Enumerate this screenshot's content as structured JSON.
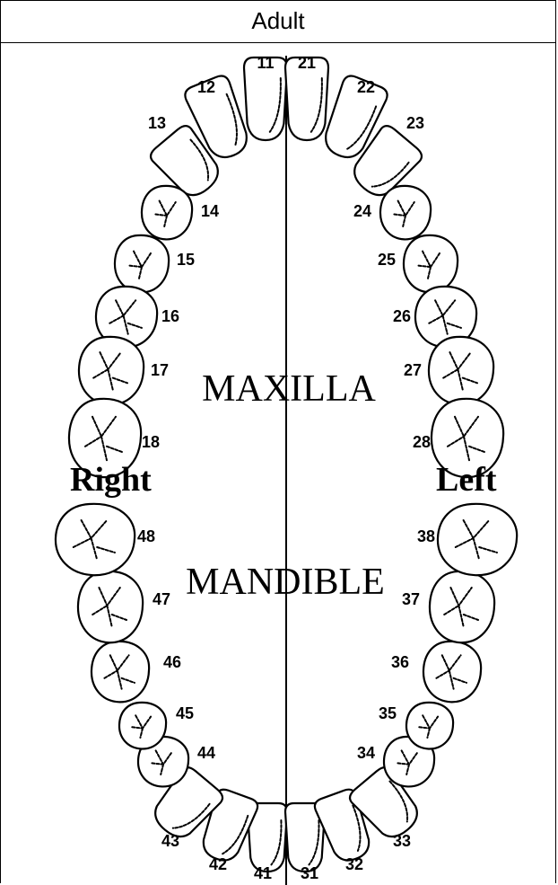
{
  "header": {
    "title": "Adult"
  },
  "labels": {
    "maxilla": "MAXILLA",
    "mandible": "MANDIBLE",
    "right": "Right",
    "left": "Left"
  },
  "teeth": {
    "upper_right": [
      "11",
      "12",
      "13",
      "14",
      "15",
      "16",
      "17",
      "18"
    ],
    "upper_left": [
      "21",
      "22",
      "23",
      "24",
      "25",
      "26",
      "27",
      "28"
    ],
    "lower_left": [
      "31",
      "32",
      "33",
      "34",
      "35",
      "36",
      "37",
      "38"
    ],
    "lower_right": [
      "41",
      "42",
      "43",
      "44",
      "45",
      "46",
      "47",
      "48"
    ]
  }
}
